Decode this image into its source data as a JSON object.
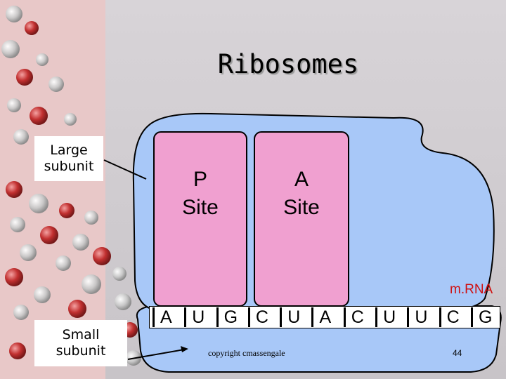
{
  "slide": {
    "title": "Ribosomes",
    "large_subunit_label": "Large subunit",
    "small_subunit_label": "Small subunit",
    "p_site": {
      "line1": "P",
      "line2": "Site"
    },
    "a_site": {
      "line1": "A",
      "line2": "Site"
    },
    "mrna_label": "m.RNA",
    "mrna_bases": [
      "A",
      "U",
      "G",
      "C",
      "U",
      "A",
      "C",
      "U",
      "U",
      "C",
      "G"
    ],
    "copyright": "copyright cmassengale",
    "page_number": "44"
  },
  "colors": {
    "ribosome_blue": "#a8c8f8",
    "site_pink": "#f0a0d0",
    "mrna_red": "#d01010"
  }
}
